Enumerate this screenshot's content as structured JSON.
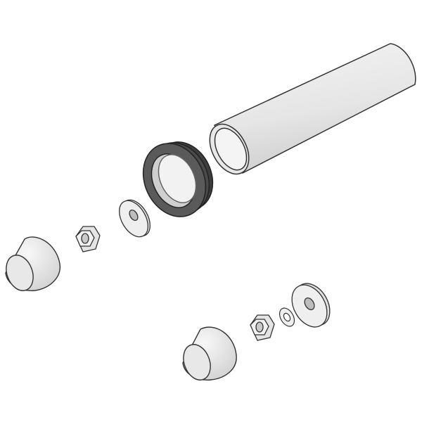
{
  "colors": {
    "background": "#ffffff",
    "part_fill": "#ececec",
    "part_shade": "#d4d4d4",
    "outline": "#333333",
    "seal_fill": "#555555",
    "seal_dark": "#3a3a3a"
  },
  "parts": [
    {
      "name": "tube",
      "icon": "tube-icon"
    },
    {
      "name": "seal-ring",
      "icon": "ring-icon"
    },
    {
      "name": "washer",
      "icon": "washer-icon"
    },
    {
      "name": "nut",
      "icon": "nut-icon"
    },
    {
      "name": "cone-cap",
      "icon": "cone-icon"
    }
  ]
}
